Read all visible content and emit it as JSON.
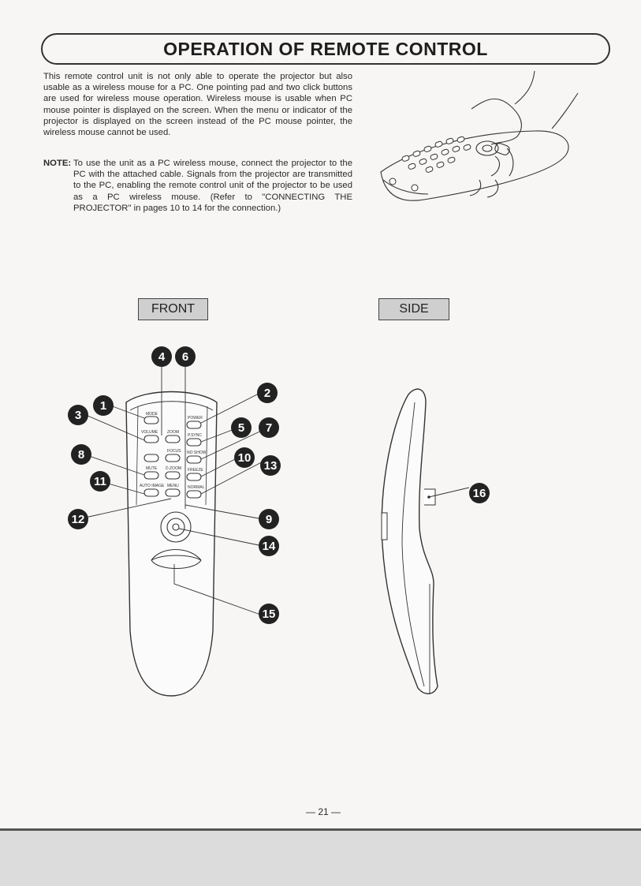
{
  "title": "OPERATION OF REMOTE CONTROL",
  "intro": "This remote control unit is not only able to operate the projector but also usable as a wireless mouse for a PC. One pointing pad and two click buttons are used for wireless mouse operation. Wireless mouse is usable when PC mouse pointer is displayed on the screen. When the menu or indicator of the projector is displayed on the screen instead of the PC mouse pointer, the wireless mouse cannot be used.",
  "note": {
    "label": "NOTE:",
    "text": "To use the unit as a PC wireless mouse, connect the projector to the PC with the attached cable. Signals from the projector are transmitted to the PC, enabling the remote control unit of the projector to be used as a PC wireless mouse. (Refer to \"CONNECTING THE PROJECTOR\" in pages 10 to 14 for the connection.)"
  },
  "labels": {
    "front": "FRONT",
    "side": "SIDE"
  },
  "button_labels": {
    "mode": "MODE",
    "power": "POWER",
    "volume": "VOLUME",
    "zoom": "ZOOM",
    "p_sync": "P.SYNC",
    "focus": "FOCUS",
    "no_show": "NO SHOW",
    "mute": "MUTE",
    "d_zoom": "D.ZOOM",
    "freeze": "FREEZE",
    "auto_image": "AUTO IMAGE",
    "menu": "MENU",
    "normal": "NORMAL"
  },
  "callouts": [
    "1",
    "2",
    "3",
    "4",
    "5",
    "6",
    "7",
    "8",
    "9",
    "10",
    "11",
    "12",
    "13",
    "14",
    "15",
    "16"
  ],
  "page_number": "— 21 —"
}
